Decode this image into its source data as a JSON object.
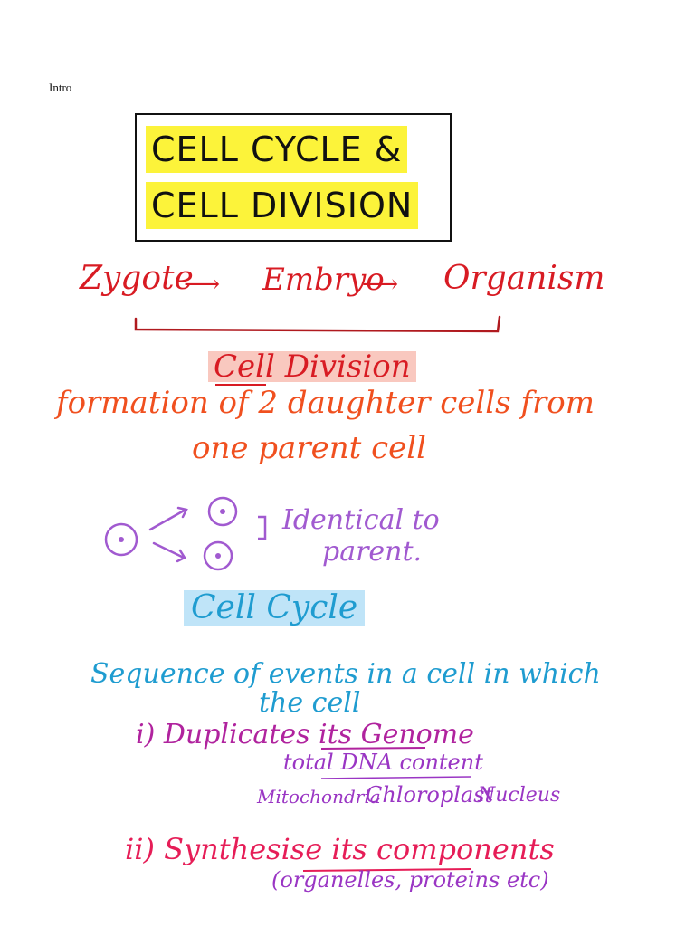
{
  "header": {
    "label": "Intro"
  },
  "title": {
    "line1": "CELL CYCLE &",
    "line2": "CELL DIVISION"
  },
  "flow": {
    "items": [
      "Zygote",
      "Embryo",
      "Organism"
    ],
    "arrow_glyph": "⟶",
    "underline_label": "Cell Division"
  },
  "definition": {
    "line1": "formation of 2 daughter cells from",
    "line2": "one parent cell"
  },
  "diagram": {
    "note_line1": "Identical to",
    "note_line2": "parent."
  },
  "cell_cycle": {
    "heading": "Cell Cycle",
    "def_line1": "Sequence of events in a cell in which",
    "def_line2": "the cell",
    "point1": "i) Duplicates its Genome",
    "point1_sub1": "total DNA content",
    "point1_sub2_a": "Mitochondria",
    "point1_sub2_b": "Chloroplast",
    "point1_sub2_c": "Nucleus",
    "point2": "ii) Synthesise its components",
    "point2_sub": "(organelles, proteins etc)"
  },
  "colors": {
    "title_highlight": "#fcf33a",
    "flow": "#d81b23",
    "definition": "#f0501f",
    "diagram": "#a15ad0",
    "cell_cycle": "#1f9cd0",
    "points": "#b0239e",
    "subnotes": "#9a36c4",
    "point2": "#e61d57"
  }
}
